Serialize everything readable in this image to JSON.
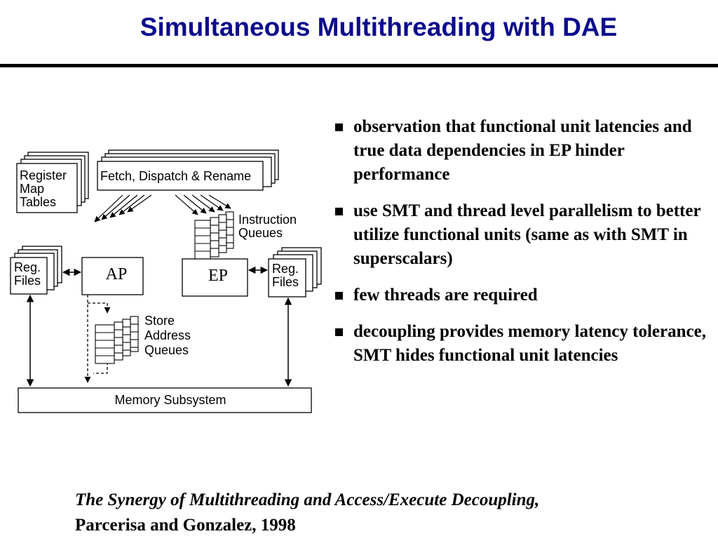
{
  "title": "Simultaneous Multithreading with DAE",
  "diagram": {
    "register_map": [
      "Register",
      "Map",
      "Tables"
    ],
    "fetch_label": "Fetch, Dispatch & Rename",
    "instruction_queues": [
      "Instruction",
      "Queues"
    ],
    "reg_files_left": [
      "Reg.",
      "Files"
    ],
    "reg_files_right": [
      "Reg.",
      "Files"
    ],
    "ap_label": "AP",
    "ep_label": "EP",
    "store_address_queues": [
      "Store",
      "Address",
      "Queues"
    ],
    "memory_label": "Memory Subsystem"
  },
  "bullets": [
    "observation that functional unit latencies and true data dependencies in EP hinder performance",
    "use SMT and thread level parallelism to better utilize functional units (same as with SMT in superscalars)",
    "few threads are required",
    "decoupling provides memory latency tolerance, SMT hides functional unit latencies"
  ],
  "citation": {
    "title": "The Synergy of Multithreading and Access/Execute Decoupling,",
    "authors": "Parcerisa and Gonzalez, 1998"
  }
}
